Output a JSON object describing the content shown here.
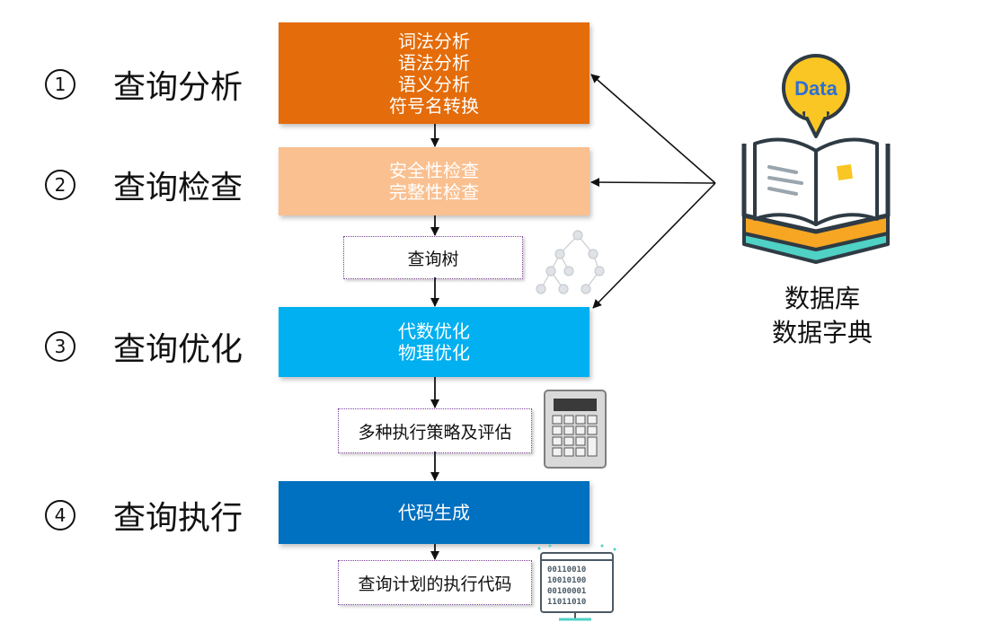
{
  "steps": [
    {
      "num": "1",
      "label": "查询分析"
    },
    {
      "num": "2",
      "label": "查询检查"
    },
    {
      "num": "3",
      "label": "查询优化"
    },
    {
      "num": "4",
      "label": "查询执行"
    }
  ],
  "boxes": {
    "analysis": [
      "词法分析",
      "语法分析",
      "语义分析",
      "符号名转换"
    ],
    "check": [
      "安全性检查",
      "完整性检查"
    ],
    "optimize": [
      "代数优化",
      "物理优化"
    ],
    "execute": [
      "代码生成"
    ]
  },
  "intermediates": {
    "query_tree": "查询树",
    "strategies": "多种执行策略及评估",
    "exec_code": "查询计划的执行代码"
  },
  "database": {
    "badge": "Data",
    "line1": "数据库",
    "line2": "数据字典"
  },
  "colors": {
    "analysis": "#e46c0a",
    "check": "#fac090",
    "optimize": "#00b0f0",
    "execute": "#0070c0",
    "book_dark": "#2f3b44",
    "book_orange": "#f6a623",
    "book_teal": "#4fd1c5",
    "badge_yellow": "#f9c623",
    "badge_text": "#2f6fd6"
  },
  "icons": [
    "tree-icon",
    "calculator-icon",
    "binary-code-icon",
    "open-book-database-icon"
  ]
}
